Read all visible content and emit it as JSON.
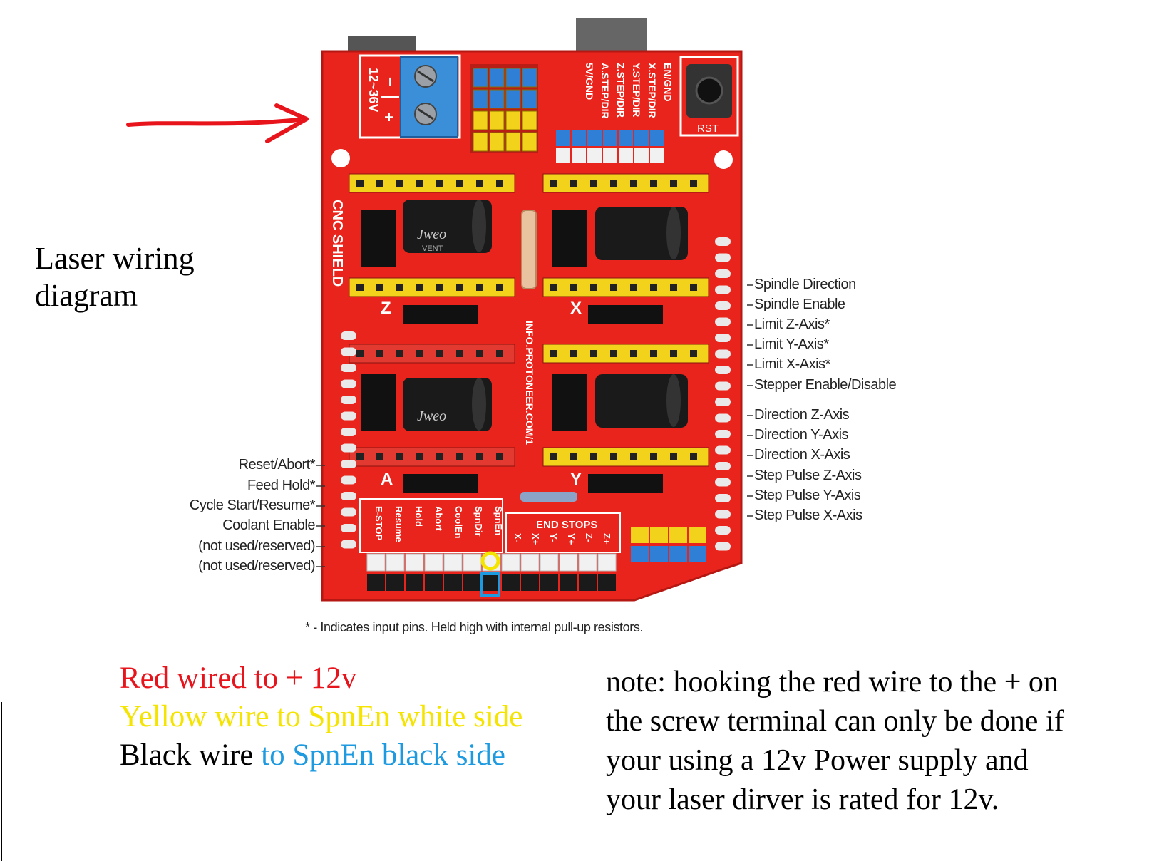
{
  "title": {
    "line1": "Laser wiring",
    "line2": "diagram"
  },
  "board": {
    "name": "CNC SHIELD",
    "url": "INFO.PROTONEER.COM/1",
    "rst": "RST",
    "voltage": "12~36V",
    "minus": "−",
    "plus": "+",
    "end_stops": "END STOPS",
    "axis_z": "Z",
    "axis_x": "X",
    "axis_a": "A",
    "axis_y": "Y",
    "cap_brand": "Jweo",
    "cap_vent": "VENT",
    "top_header_labels": [
      "EN/GND",
      "X.STEP/DIR",
      "Y.STEP/DIR",
      "Z.STEP/DIR",
      "A.STEP/DIR",
      "5V/GND"
    ],
    "bottom_header_labels": [
      "E-STOP",
      "Resume",
      "Hold",
      "Abort",
      "CoolEn",
      "SpnDir",
      "SpnEn"
    ],
    "endstop_labels": [
      "X-",
      "X+",
      "Y-",
      "Y+",
      "Z-",
      "Z+"
    ],
    "colors": {
      "board": "#e8241c",
      "yellow_header": "#f2d21a",
      "blue_header": "#2f7fd6",
      "terminal_blue": "#3b8fd9"
    }
  },
  "arrow": {
    "color": "#e8141c"
  },
  "markers": {
    "yellow": "#f5e400",
    "blue": "#1e9be0"
  },
  "right_annotations": [
    "Spindle Direction",
    "Spindle Enable",
    "Limit Z-Axis*",
    "Limit Y-Axis*",
    "Limit X-Axis*",
    "Stepper Enable/Disable",
    "Direction Z-Axis",
    "Direction Y-Axis",
    "Direction X-Axis",
    "Step Pulse Z-Axis",
    "Step Pulse Y-Axis",
    "Step Pulse X-Axis"
  ],
  "left_annotations": [
    "Reset/Abort*",
    "Feed Hold*",
    "Cycle Start/Resume*",
    "Coolant Enable",
    "(not used/reserved)",
    "(not used/reserved)"
  ],
  "footnote": "* - Indicates input pins. Held high with internal pull-up resistors.",
  "legend": {
    "red": "Red wired to + 12v",
    "red_color": "#e8141c",
    "yellow": "Yellow wire to SpnEn white side",
    "yellow_color": "#f5e400",
    "black_a": "Black wire",
    "black_b": " to SpnEn black side",
    "blue_color": "#1e9be0"
  },
  "note": {
    "line1": "note: hooking the red wire to the + on",
    "line2": "the screw terminal can only be done if",
    "line3": "your using a 12v Power supply and",
    "line4": "your laser dirver is rated for 12v."
  }
}
